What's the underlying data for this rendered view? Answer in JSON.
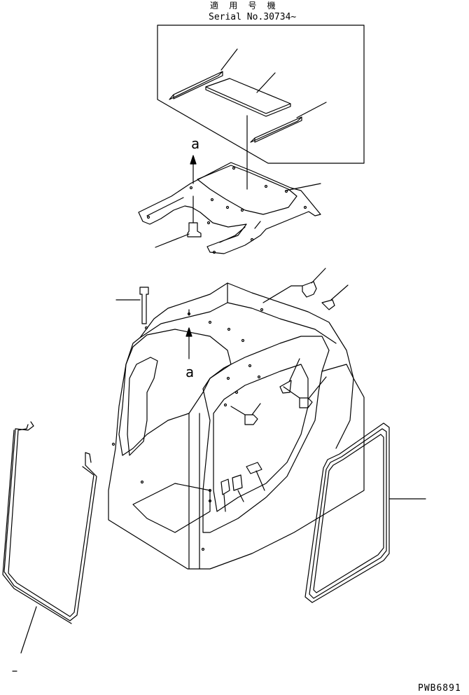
{
  "header": {
    "applicability": "適 用 号 機",
    "serial": "Serial No.30734~"
  },
  "references": {
    "top": "a",
    "bottom": "a"
  },
  "footer": {
    "drawing_code": "PWB6891"
  },
  "colors": {
    "line": "#000000",
    "background": "#ffffff"
  }
}
